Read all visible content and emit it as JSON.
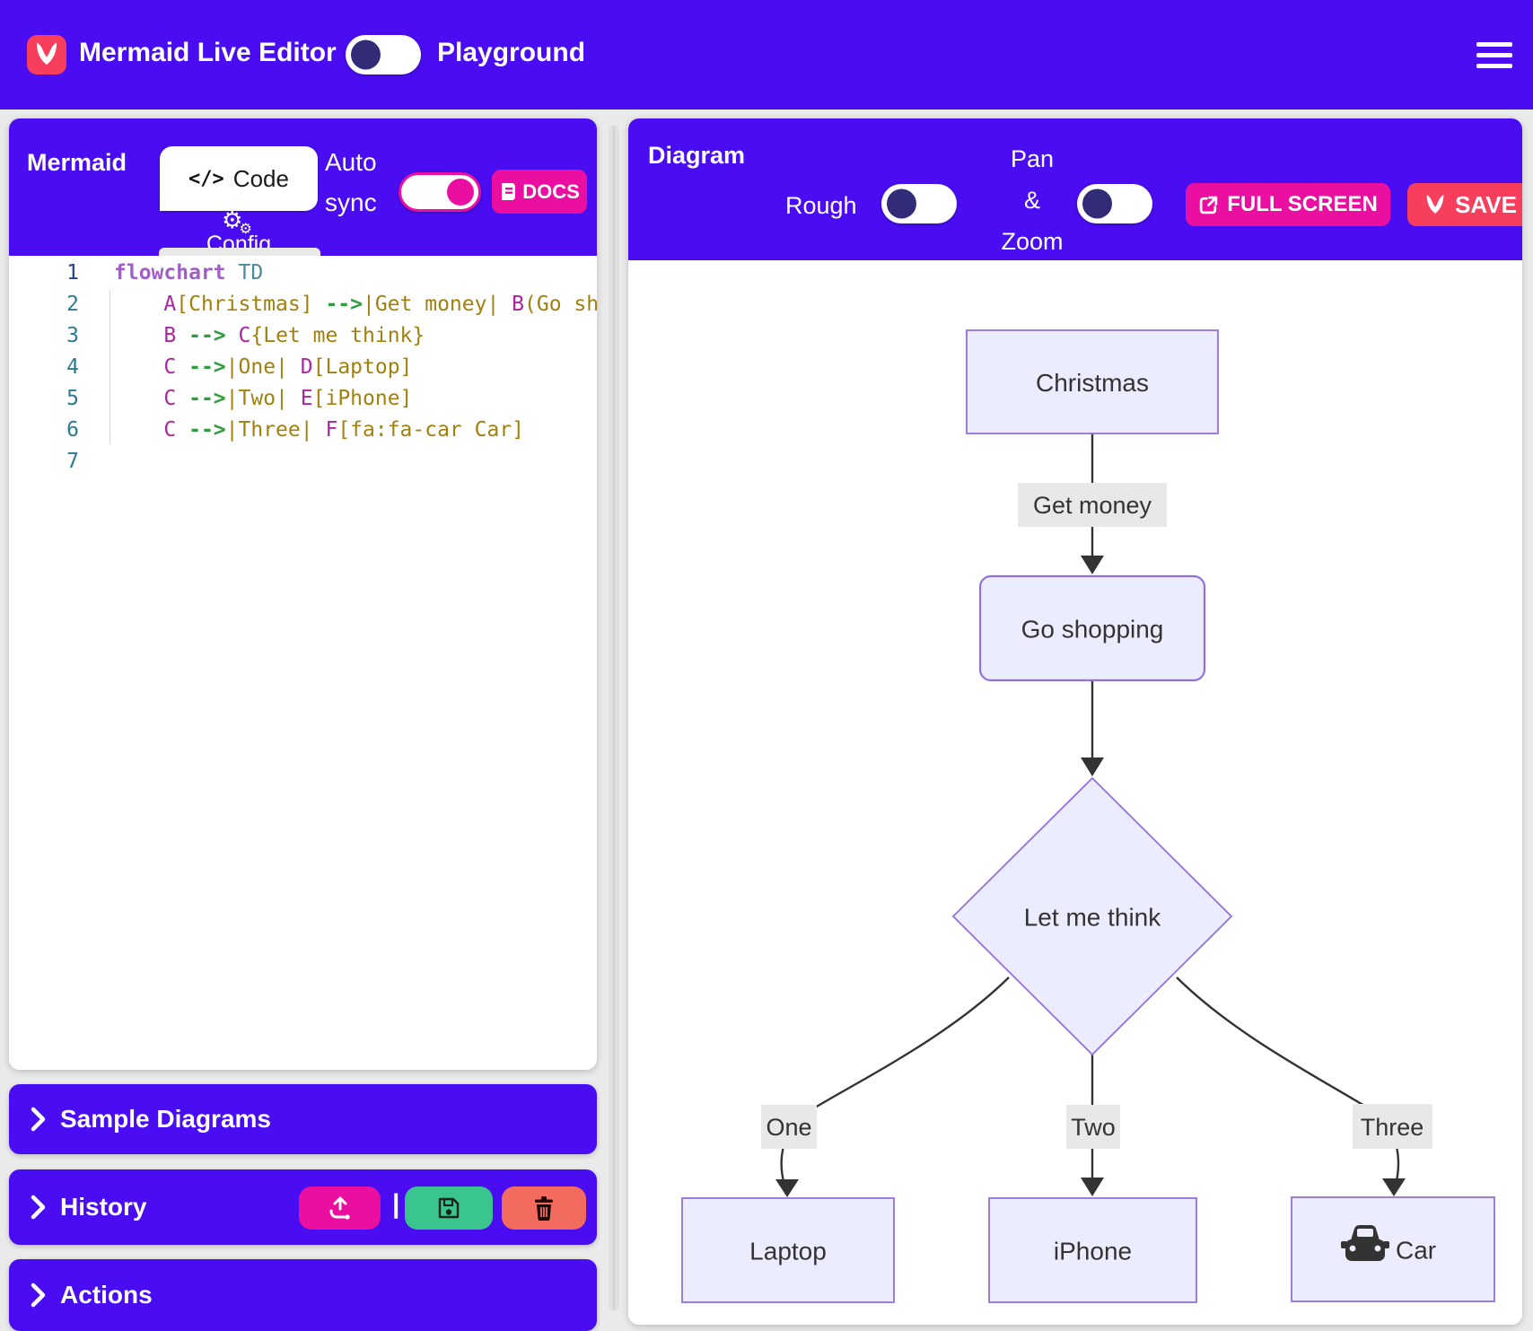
{
  "colors": {
    "brand_purple": "#4A0DF1",
    "accent_pink": "#EA0FA0",
    "accent_crimson": "#F73E5C",
    "accent_green": "#3AC48E",
    "accent_salmon": "#F26B5E",
    "toggle_knob_indigo": "#322B77",
    "node_fill": "#ECECFF",
    "node_border": "#9370DB",
    "edge_label_bg": "#E8E8E8",
    "diagram_text": "#333333"
  },
  "header": {
    "title": "Mermaid Live Editor",
    "playground_label": "Playground",
    "theme_toggle_on": false,
    "menu_icon": "hamburger-icon",
    "logo_icon": "mermaid-logo-icon"
  },
  "editor": {
    "title": "Mermaid",
    "tabs": [
      {
        "label": "Code",
        "icon": "code-icon",
        "active": true
      },
      {
        "label": "Config",
        "icon": "gears-icon",
        "active": false
      }
    ],
    "auto_sync": {
      "lines": [
        "Auto",
        "sync"
      ],
      "enabled": true
    },
    "docs_label": "DOCS",
    "docs_icon": "book-icon",
    "code": {
      "language": "mermaid",
      "lines": [
        {
          "num": "1",
          "tokens": [
            [
              "kw",
              "flowchart"
            ],
            [
              "pl",
              " "
            ],
            [
              "ty",
              "TD"
            ]
          ]
        },
        {
          "num": "2",
          "tokens": [
            [
              "pl",
              "    "
            ],
            [
              "id",
              "A"
            ],
            [
              "st",
              "[Christmas]"
            ],
            [
              "pl",
              " "
            ],
            [
              "ar",
              "-->"
            ],
            [
              "st",
              "|Get money|"
            ],
            [
              "pl",
              " "
            ],
            [
              "id",
              "B"
            ],
            [
              "st",
              "(Go shopping)"
            ]
          ]
        },
        {
          "num": "3",
          "tokens": [
            [
              "pl",
              "    "
            ],
            [
              "id",
              "B"
            ],
            [
              "pl",
              " "
            ],
            [
              "ar",
              "-->"
            ],
            [
              "pl",
              " "
            ],
            [
              "id",
              "C"
            ],
            [
              "st",
              "{Let me think}"
            ]
          ]
        },
        {
          "num": "4",
          "tokens": [
            [
              "pl",
              "    "
            ],
            [
              "id",
              "C"
            ],
            [
              "pl",
              " "
            ],
            [
              "ar",
              "-->"
            ],
            [
              "st",
              "|One|"
            ],
            [
              "pl",
              " "
            ],
            [
              "id",
              "D"
            ],
            [
              "st",
              "[Laptop]"
            ]
          ]
        },
        {
          "num": "5",
          "tokens": [
            [
              "pl",
              "    "
            ],
            [
              "id",
              "C"
            ],
            [
              "pl",
              " "
            ],
            [
              "ar",
              "-->"
            ],
            [
              "st",
              "|Two|"
            ],
            [
              "pl",
              " "
            ],
            [
              "id",
              "E"
            ],
            [
              "st",
              "[iPhone]"
            ]
          ]
        },
        {
          "num": "6",
          "tokens": [
            [
              "pl",
              "    "
            ],
            [
              "id",
              "C"
            ],
            [
              "pl",
              " "
            ],
            [
              "ar",
              "-->"
            ],
            [
              "st",
              "|Three|"
            ],
            [
              "pl",
              " "
            ],
            [
              "id",
              "F"
            ],
            [
              "st",
              "[fa:fa-car Car]"
            ]
          ]
        },
        {
          "num": "7",
          "tokens": []
        }
      ]
    }
  },
  "panels": {
    "sample_diagrams": "Sample Diagrams",
    "history": "History",
    "actions": "Actions"
  },
  "history_buttons": [
    {
      "name": "upload-button",
      "icon": "upload-icon"
    },
    {
      "name": "save-history-button",
      "icon": "floppy-icon"
    },
    {
      "name": "delete-history-button",
      "icon": "trash-icon"
    }
  ],
  "diagram_panel": {
    "title": "Diagram",
    "rough_label": "Rough",
    "rough_enabled": false,
    "pan_zoom": {
      "lines": [
        "Pan",
        "&",
        "Zoom"
      ],
      "enabled": false
    },
    "fullscreen_label": "FULL SCREEN",
    "fullscreen_icon": "external-link-icon",
    "save_label": "SAVE",
    "save_icon": "mermaid-logo-icon"
  },
  "flowchart": {
    "direction": "TD",
    "nodes": [
      {
        "id": "A",
        "label": "Christmas",
        "shape": "rect"
      },
      {
        "id": "B",
        "label": "Go shopping",
        "shape": "rounded"
      },
      {
        "id": "C",
        "label": "Let me think",
        "shape": "diamond"
      },
      {
        "id": "D",
        "label": "Laptop",
        "shape": "rect"
      },
      {
        "id": "E",
        "label": "iPhone",
        "shape": "rect"
      },
      {
        "id": "F",
        "label": "Car",
        "shape": "rect",
        "icon": "car-icon"
      }
    ],
    "edges": [
      {
        "from": "A",
        "to": "B",
        "label": "Get money"
      },
      {
        "from": "B",
        "to": "C",
        "label": ""
      },
      {
        "from": "C",
        "to": "D",
        "label": "One"
      },
      {
        "from": "C",
        "to": "E",
        "label": "Two"
      },
      {
        "from": "C",
        "to": "F",
        "label": "Three"
      }
    ]
  }
}
